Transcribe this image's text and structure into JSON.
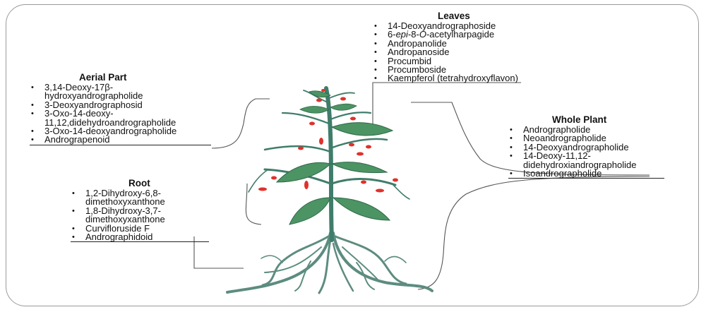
{
  "groups": {
    "leaves": {
      "title": "Leaves",
      "items": [
        "14-Deoxyandrographoside",
        "6-epi-8-O-acetylharpagide",
        "Andropanolide",
        "Andropanoside",
        "Procumbid",
        "Procumboside",
        "Kaempferol (tetrahydroxyflavon)"
      ]
    },
    "aerial": {
      "title": "Aerial Part",
      "items": [
        "3,14-Deoxy-17β-hydroxyandrographolide",
        "3-Deoxyandrographosid",
        "3-Oxo-14-deoxy-11,12,didehydroandrographolide",
        "3-Oxo-14-deoxyandrographolide",
        "Andrograpenoid"
      ]
    },
    "whole": {
      "title": "Whole Plant",
      "items": [
        "Andrographolide",
        "Neoandrographolide",
        "14-Deoxyandrographolide",
        "14-Deoxy-11,12-didehydroxiandrographolide",
        "Isoandrographolide"
      ]
    },
    "root": {
      "title": "Root",
      "items": [
        "1,2-Dihydroxy-6,8-dimethoxyxanthone",
        "1,8-Dihydroxy-3,7-dimethoxyxanthone",
        "Curvifloruside F",
        "Andrographidoid"
      ]
    }
  },
  "bullet": "•",
  "colors": {
    "stem": "#3f7d6b",
    "leaf": "#4c9463",
    "leaf_dark": "#2f6a4b",
    "flower": "#e0312b",
    "root": "#5d8c80",
    "frame": "#9a9a9a"
  }
}
